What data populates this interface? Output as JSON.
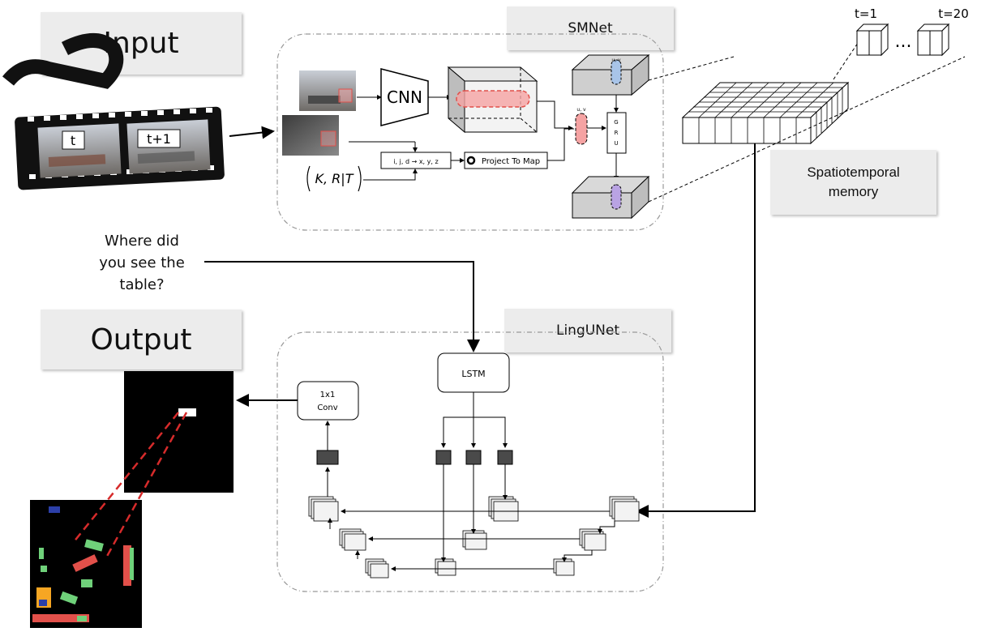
{
  "headers": {
    "input": "Input",
    "output": "Output",
    "smnet": "SMNet",
    "lingunet": "LingUNet",
    "memory_line1": "Spatiotemporal",
    "memory_line2": "memory"
  },
  "question": {
    "line1": "Where did",
    "line2": "you see the",
    "line3": "table?"
  },
  "film_frames": [
    "t",
    "t+1"
  ],
  "time_labels": [
    "t=1",
    "t=20"
  ],
  "ellipsis": "...",
  "smnet_blocks": {
    "cnn": "CNN",
    "backproject": "i, j, d → x, y, z",
    "project": "Project To Map",
    "camera": "K, R|T",
    "gru": [
      "G",
      "R",
      "U"
    ],
    "uv": "u, v"
  },
  "lingunet_blocks": {
    "lstm": "LSTM",
    "conv_line1": "1x1",
    "conv_line2": "Conv"
  },
  "colors": {
    "header_bg": "#ececec",
    "highlight_red": "#f5a3a3",
    "highlight_purple": "#b9a3e3",
    "map_red": "#e2504a",
    "map_green": "#6fd17a",
    "map_blue": "#2c3fa8",
    "map_orange": "#f6a623"
  }
}
